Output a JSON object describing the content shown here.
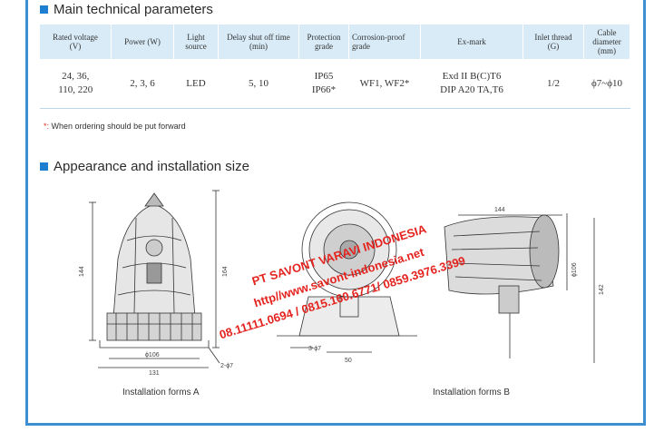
{
  "sections": {
    "params_title": "Main technical parameters",
    "install_title": "Appearance and installation size"
  },
  "table": {
    "headers": [
      [
        "Rated voltage",
        "(V)"
      ],
      [
        "Power (W)",
        ""
      ],
      [
        "Light",
        "source"
      ],
      [
        "Delay shut off time",
        "(min)"
      ],
      [
        "Protection",
        "grade"
      ],
      [
        "Corrosion-proof",
        "grade"
      ],
      [
        "Ex-mark",
        ""
      ],
      [
        "Inlet thread",
        "(G)"
      ],
      [
        "Cable diameter",
        "(mm)"
      ]
    ],
    "row": [
      [
        "24,   36,",
        "110,  220"
      ],
      [
        "2,  3,  6",
        ""
      ],
      [
        "LED",
        ""
      ],
      [
        "5, 10",
        ""
      ],
      [
        "IP65",
        "IP66*"
      ],
      [
        "WF1, WF2*",
        ""
      ],
      [
        "Exd II B(C)T6",
        "DIP A20 TA,T6"
      ],
      [
        "1/2",
        ""
      ],
      [
        "ϕ7~ϕ10",
        ""
      ]
    ]
  },
  "note": {
    "star": "*:",
    "text": "When ordering should be put forward"
  },
  "drawing_a": {
    "caption": "Installation forms A",
    "dims": {
      "height_left": "144",
      "height_right": "164",
      "dia": "ϕ106",
      "width": "131",
      "hole": "2-ϕ7"
    }
  },
  "drawing_b": {
    "caption": "Installation forms B",
    "dims": {
      "top": "144",
      "dia": "ϕ106",
      "height": "142",
      "hole": "3-ϕ7",
      "base": "50"
    }
  },
  "watermark": {
    "line1": "PT SAVONT VARAVI INDONESIA",
    "line2": "http//www.savont-indonesia.net",
    "line3": "08.11111.0694 / 0815.160.6771/ 0859.3976.3399"
  },
  "colors": {
    "accent": "#1e7fd0",
    "header_bg": "#d8ebf7",
    "frame": "#3d8fd2",
    "watermark": "#e4231f"
  }
}
